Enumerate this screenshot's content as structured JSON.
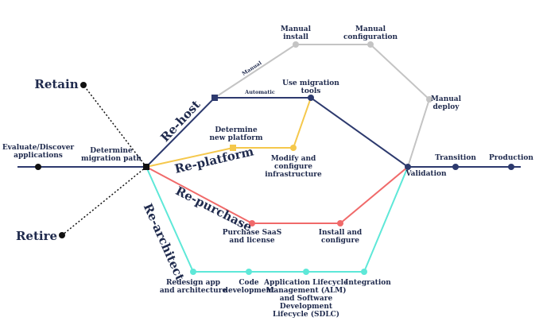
{
  "colors": {
    "rehost": "#2d3a6e",
    "replatform": "#f5c84c",
    "repurchase": "#f06a6a",
    "rearchitect": "#5ee8d8",
    "manual": "#c4c4c4",
    "main": "#2d3a6e",
    "black": "#111111"
  },
  "labels": {
    "evaluate": "Evaluate/Discover\napplications",
    "determine_path": "Determine\nmigration path",
    "retain": "Retain",
    "retire": "Retire",
    "rehost": "Re-host",
    "replatform": "Re-platform",
    "repurchase": "Re-purchase",
    "rearchitect": "Re-architect",
    "manual_install": "Manual\ninstall",
    "manual_configuration": "Manual\nconfiguration",
    "manual_deploy": "Manual\ndeploy",
    "manual_edge": "Manual",
    "automatic_edge": "Automatic",
    "use_migration_tools": "Use migration\ntools",
    "determine_new_platform": "Determine\nnew platform",
    "modify_configure": "Modify and\nconfigure\ninfrastructure",
    "purchase_saas": "Purchase SaaS\nand license",
    "install_configure": "Install and\nconfigure",
    "redesign_app": "Redesign app\nand architecture",
    "code_development": "Code\ndevelopment",
    "alm_sdlc": "Application Lifecycle\nManagement (ALM)\nand Software\nDevelopment\nLifecycle (SDLC)",
    "integration": "Integration",
    "validation": "Validation",
    "transition": "Transition",
    "production": "Production"
  }
}
